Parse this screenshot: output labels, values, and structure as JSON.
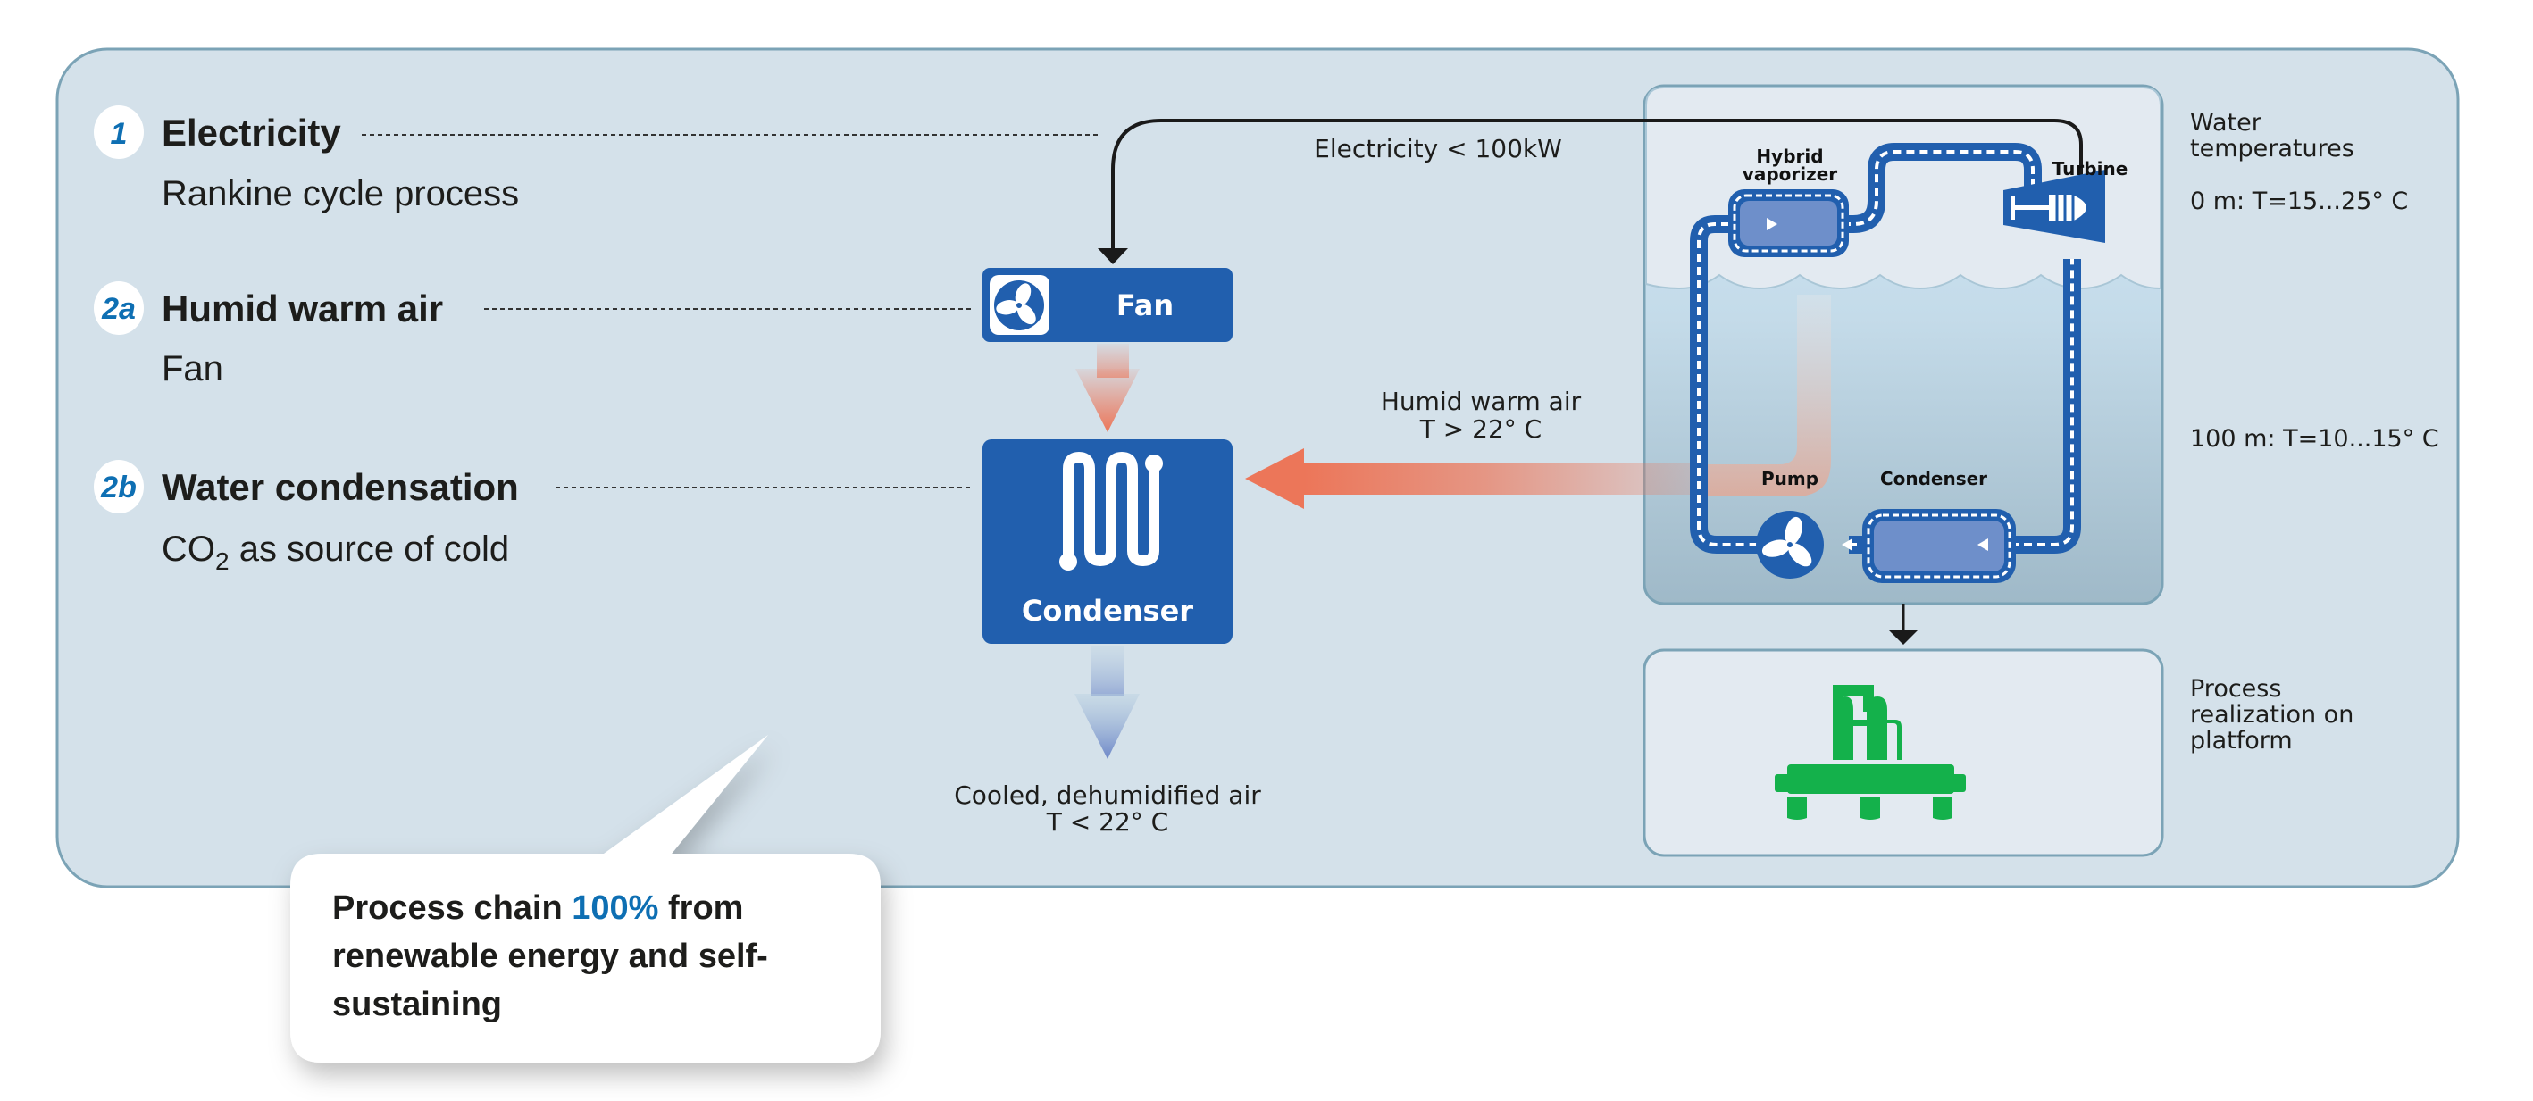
{
  "steps": [
    {
      "badge": "1",
      "title": "Electricity",
      "subtitle": "Rankine cycle process"
    },
    {
      "badge": "2a",
      "title": "Humid warm air",
      "subtitle": "Fan"
    },
    {
      "badge": "2b",
      "title": "Water condensation",
      "subtitle_prefix": "CO",
      "subtitle_sub": "2",
      "subtitle_suffix": " as source of cold"
    }
  ],
  "flow": {
    "electricity_label": "Electricity < 100kW",
    "fan_label": "Fan",
    "condenser_label": "Condenser",
    "humid_air_line1": "Humid warm air",
    "humid_air_line2": "T > 22° C",
    "cooled_air_line1": "Cooled, dehumidified air",
    "cooled_air_line2": "T < 22° C"
  },
  "cycle": {
    "hybrid_vaporizer_line1": "Hybrid",
    "hybrid_vaporizer_line2": "vaporizer",
    "turbine": "Turbine",
    "pump": "Pump",
    "condenser": "Condenser"
  },
  "side_notes": {
    "water_temps_line1": "Water",
    "water_temps_line2": "temperatures",
    "surface_temp": "0 m: T=15...25° C",
    "depth_temp": "100 m: T=10...15° C",
    "platform_line1": "Process",
    "platform_line2": "realization on",
    "platform_line3": "platform"
  },
  "callout": {
    "prefix": "Process chain ",
    "highlight": "100%",
    "suffix": " from renewable energy and self-sustaining"
  },
  "colors": {
    "panel_bg": "#d4e1ea",
    "panel_border": "#7ba3b6",
    "box_blue": "#215fae",
    "accent_blue": "#0e6fb3",
    "warm_air": "#ec7659",
    "cool_air": "#6d87c8",
    "platform_green": "#14b14b"
  }
}
